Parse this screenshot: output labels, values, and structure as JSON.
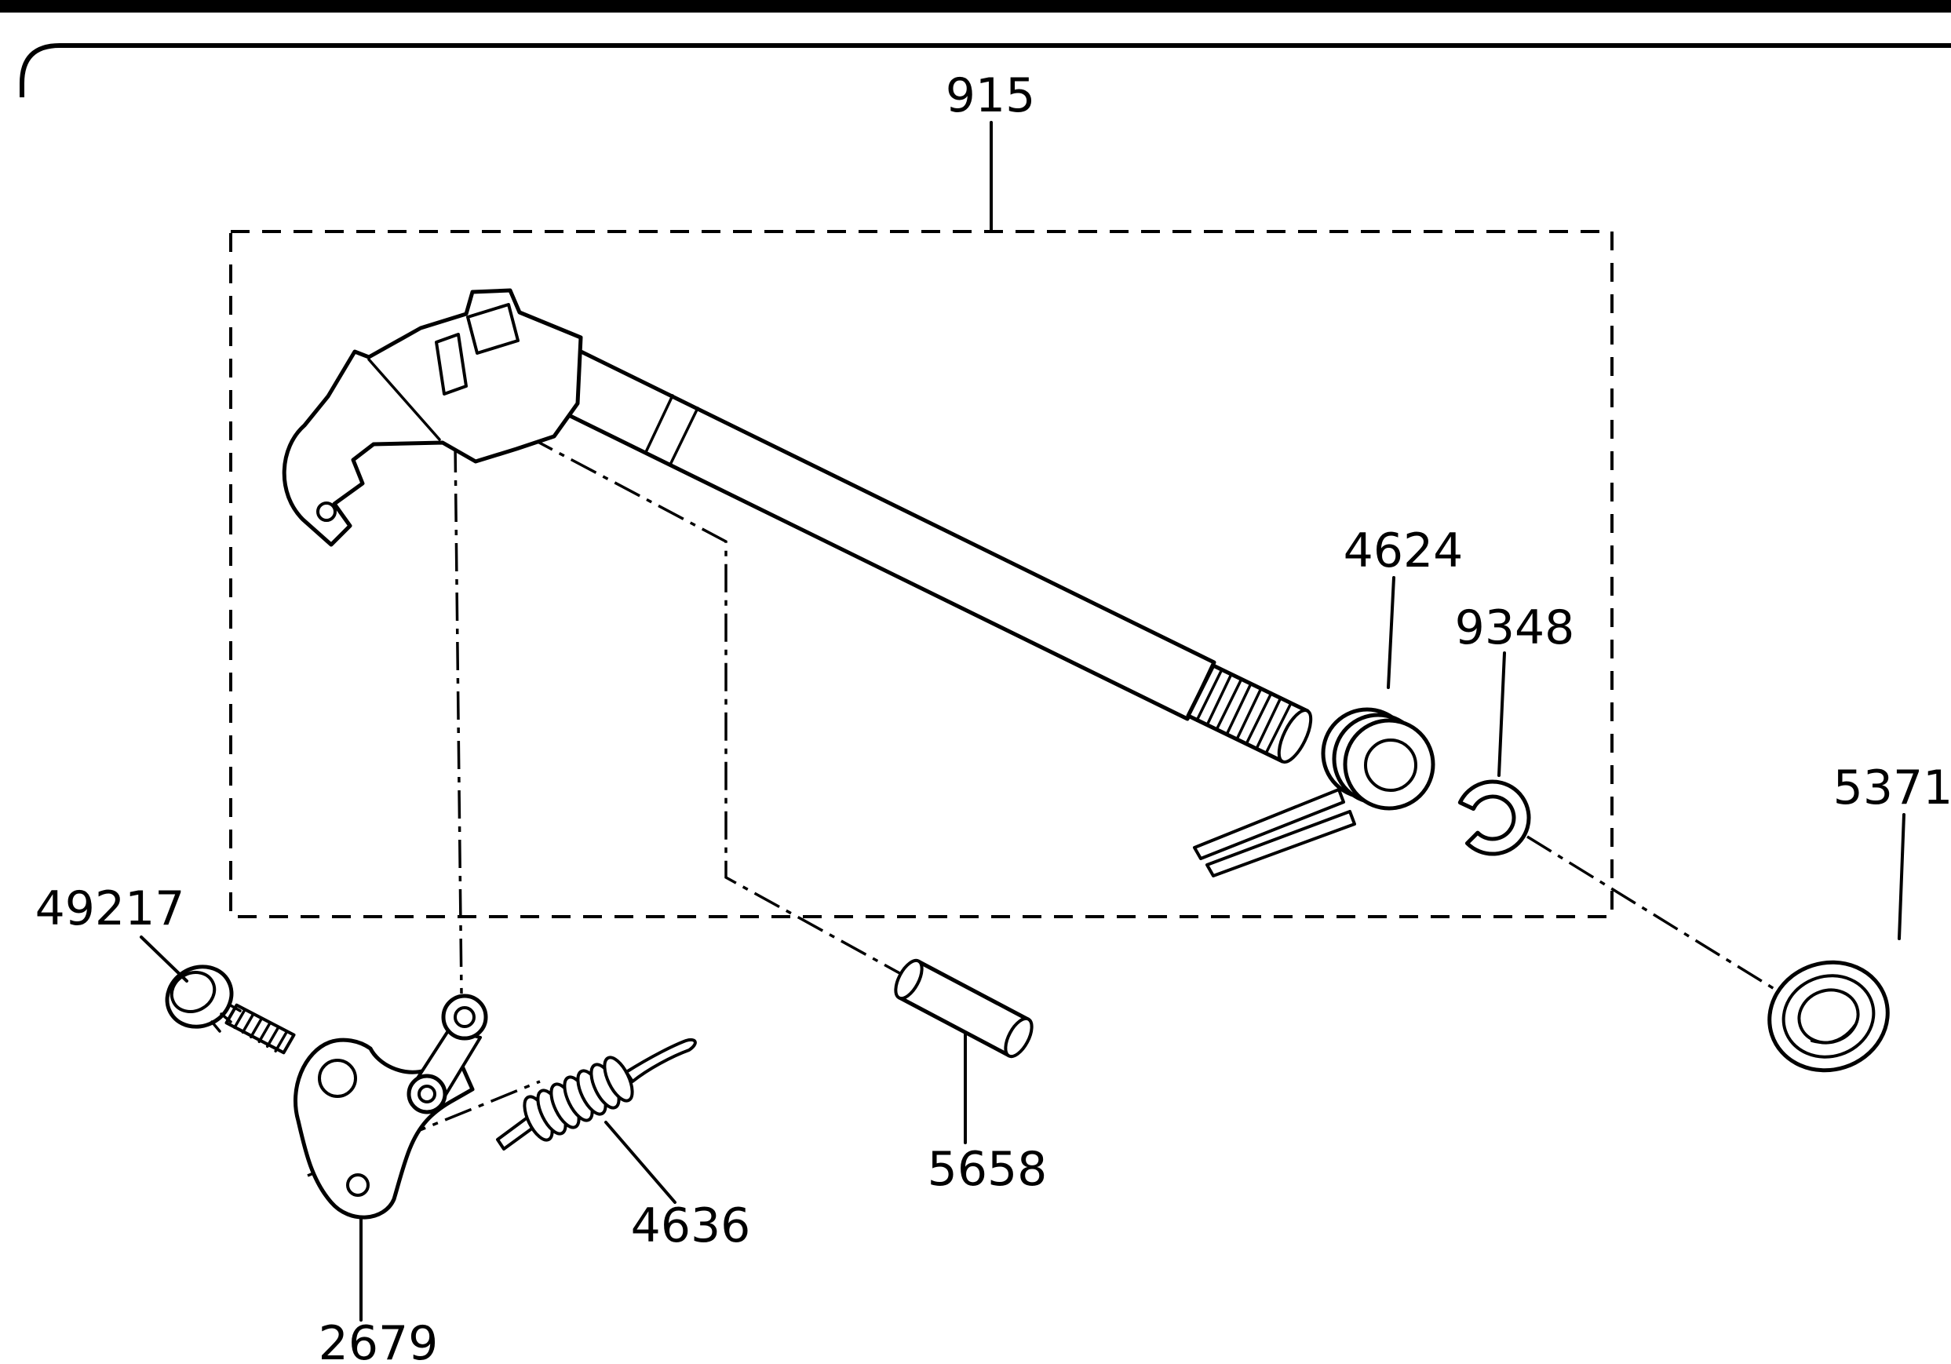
{
  "diagram": {
    "type": "exploded-parts-diagram",
    "colors": {
      "line": "#000000",
      "background": "#ffffff"
    },
    "parts": {
      "assembly": {
        "ref": "915",
        "name": "shift shaft assembly (dashed boundary)"
      },
      "torsion_spring": {
        "ref": "4624",
        "name": "torsion return spring"
      },
      "circlip": {
        "ref": "9348",
        "name": "e-clip circlip"
      },
      "oil_seal": {
        "ref": "5371",
        "name": "oil seal / bushing"
      },
      "bolt": {
        "ref": "49217",
        "name": "flange bolt"
      },
      "shift_pawl": {
        "ref": "2679",
        "name": "shift pawl plate with rollers"
      },
      "return_spring": {
        "ref": "4636",
        "name": "coil spring"
      },
      "pin": {
        "ref": "5658",
        "name": "dowel pin"
      }
    }
  }
}
